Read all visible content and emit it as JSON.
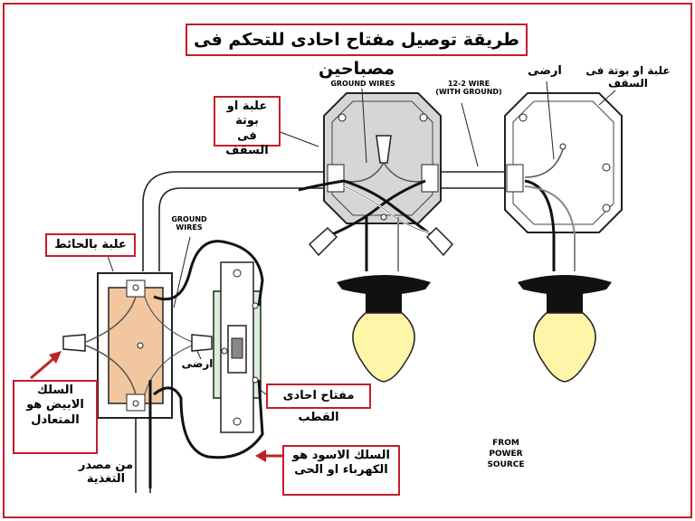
{
  "title": "طريقة توصيل مفتاح احادى للتحكم فى مصباحين",
  "labels": {
    "ceiling_box_left_l1": "علبة او بوتة",
    "ceiling_box_left_l2": "فى السقف",
    "ceiling_box_right": "علبة او بوتة فى السقف",
    "ground_right": "ارضى",
    "ground_wires_top_l1": "GROUND",
    "ground_wires_top_l2": "WIRES",
    "wire_12_2_l1": "12-2    WIRE",
    "wire_12_2_l2": "(WITH  GROUND)",
    "wall_box": "علبة بالحائط",
    "ground_wires_switch_l1": "GROUND",
    "ground_wires_switch_l2": "WIRES",
    "ground_switch": "ارضى",
    "single_pole_switch": "مفتاح احادى القطب",
    "white_wire_l1": "السلك",
    "white_wire_l2": "الابيض هو",
    "white_wire_l3": "المتعادل",
    "black_wire_l1": "السلك الاسود هو",
    "black_wire_l2": "الكهرباء او الحى",
    "power_source_ar_l1": "من مصدر",
    "power_source_ar_l2": "التغذية",
    "power_source_en_l1": "FROM",
    "power_source_en_l2": "POWER",
    "power_source_en_l3": "SOURCE"
  },
  "colors": {
    "frame": "#c0202a",
    "wall_box_fill": "#f2c7a0",
    "switch_plate_fill": "#d8f0dc",
    "ceiling_box_fill": "#d6d6d6",
    "bulb_fill": "#fff5a8",
    "wire_black": "#111111",
    "arrow": "#c0202a"
  }
}
